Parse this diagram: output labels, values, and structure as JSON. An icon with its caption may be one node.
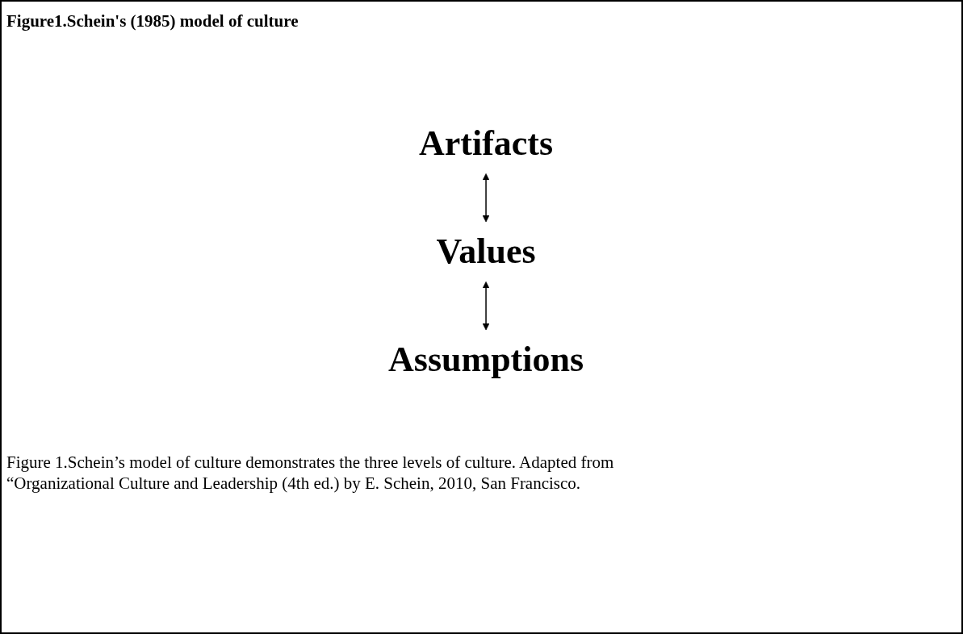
{
  "diagram": {
    "title": "Figure1.Schein's (1985) model of culture",
    "caption": "Figure 1.Schein’s model of culture demonstrates the three levels of culture. Adapted from “Organizational Culture and Leadership (4th ed.) by E. Schein, 2010, San Francisco.",
    "nodes": [
      {
        "text": [
          "Artifacts"
        ]
      },
      {
        "text": [
          "Values"
        ]
      },
      {
        "text": [
          "Assumptions"
        ]
      }
    ],
    "edges": [
      {
        "from": 0,
        "to": 1,
        "arrow": "both"
      },
      {
        "from": 1,
        "to": 2,
        "arrow": "both"
      }
    ]
  }
}
